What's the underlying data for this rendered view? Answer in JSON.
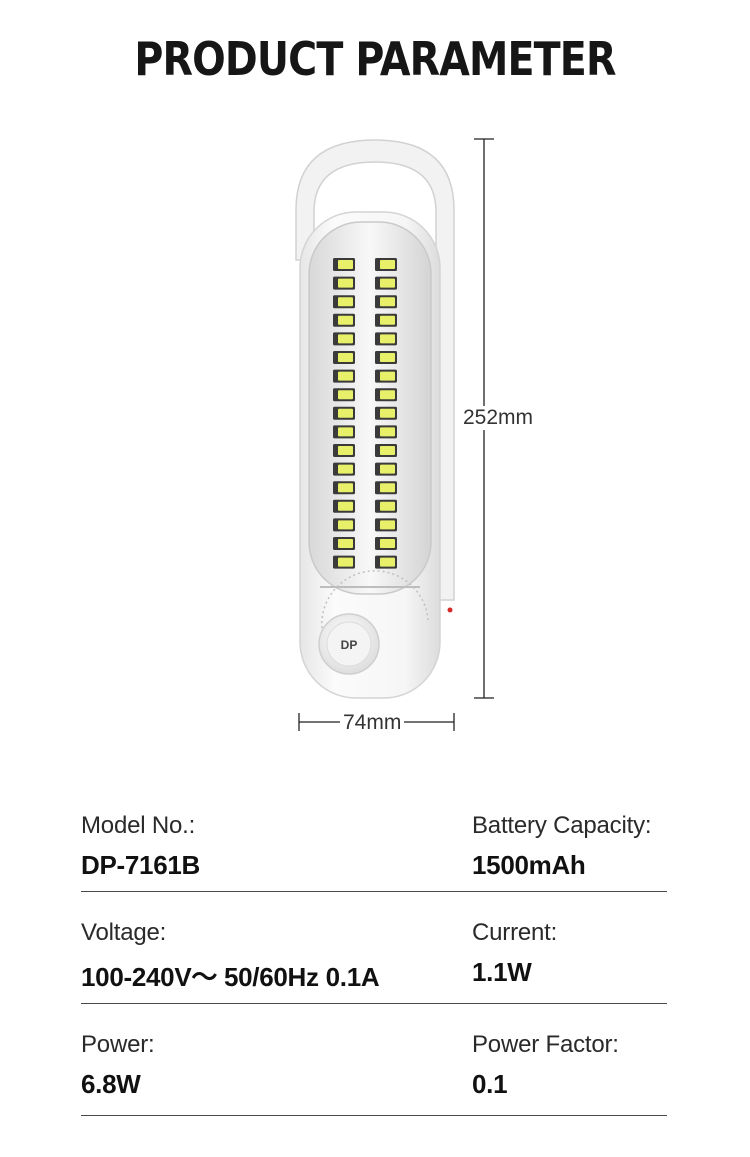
{
  "title": "PRODUCT PARAMETER",
  "product": {
    "image_alt": "Rechargeable LED emergency lamp",
    "brand_mark": "DP",
    "height": "252mm",
    "width": "74mm"
  },
  "specs": [
    {
      "label": "Model No.:",
      "value": "DP-7161B",
      "label2": "Battery Capacity:",
      "value2": "1500mAh"
    },
    {
      "label": "Voltage:",
      "value": "100-240V～ 50/60Hz 0.1A",
      "label2": "Current:",
      "value2": "1.1W"
    },
    {
      "label": "Power:",
      "value": "6.8W",
      "label2": "Power Factor:",
      "value2": "0.1"
    }
  ],
  "colors": {
    "led": "#e8f06a",
    "body": "#f4f4f4",
    "indicator": "#d62a2a",
    "rule": "#4a4a4a"
  }
}
